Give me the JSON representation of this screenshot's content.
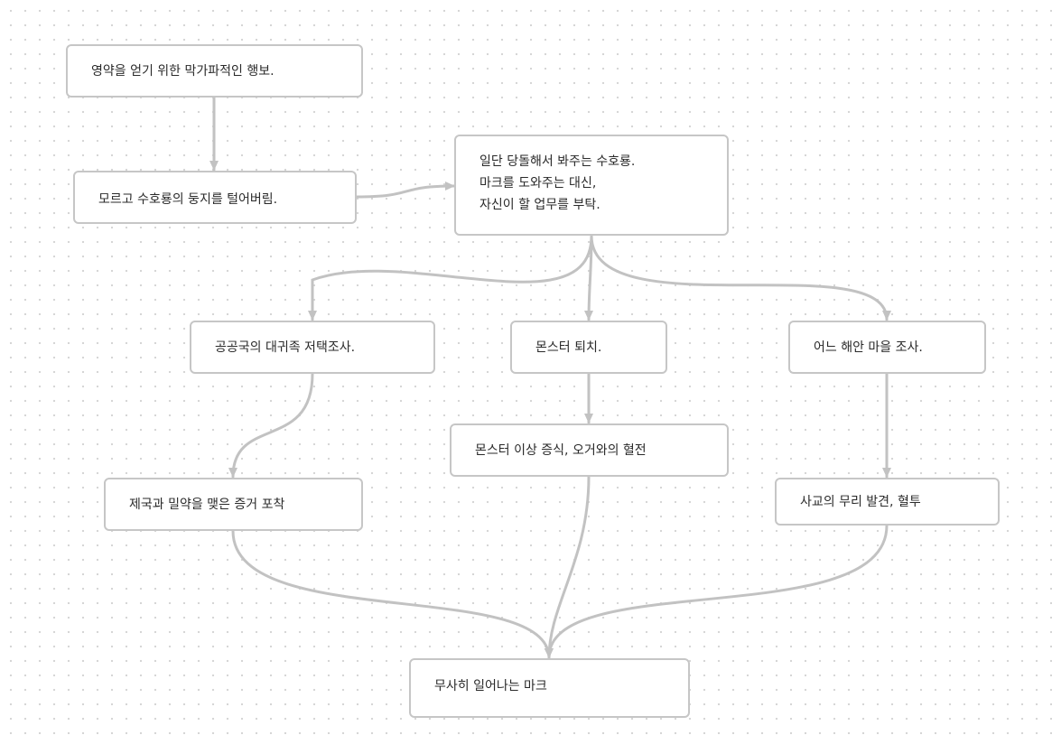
{
  "diagram": {
    "nodes": [
      {
        "id": "n1",
        "lines": [
          "영약을 얻기 위한 막가파적인 행보."
        ]
      },
      {
        "id": "n2",
        "lines": [
          "모르고 수호룡의 둥지를 털어버림."
        ]
      },
      {
        "id": "n3",
        "lines": [
          "일단 당돌해서 봐주는 수호룡.",
          "마크를 도와주는 대신,",
          "자신이 할 업무를 부탁."
        ]
      },
      {
        "id": "n4",
        "lines": [
          "공공국의 대귀족 저택조사."
        ]
      },
      {
        "id": "n5",
        "lines": [
          "몬스터 퇴치."
        ]
      },
      {
        "id": "n6",
        "lines": [
          "어느 해안 마을 조사."
        ]
      },
      {
        "id": "n7",
        "lines": [
          "제국과 밀약을 맺은 증거 포착"
        ]
      },
      {
        "id": "n8",
        "lines": [
          "몬스터 이상 증식, 오거와의 혈전"
        ]
      },
      {
        "id": "n9",
        "lines": [
          "사교의 무리 발견, 혈투"
        ]
      },
      {
        "id": "n10",
        "lines": [
          "무사히 일어나는 마크"
        ]
      }
    ],
    "edges": [
      {
        "from": "n1",
        "to": "n2"
      },
      {
        "from": "n2",
        "to": "n3"
      },
      {
        "from": "n3",
        "to": "n4"
      },
      {
        "from": "n3",
        "to": "n5"
      },
      {
        "from": "n3",
        "to": "n6"
      },
      {
        "from": "n4",
        "to": "n7"
      },
      {
        "from": "n5",
        "to": "n8"
      },
      {
        "from": "n6",
        "to": "n9"
      },
      {
        "from": "n7",
        "to": "n10"
      },
      {
        "from": "n8",
        "to": "n10"
      },
      {
        "from": "n9",
        "to": "n10"
      }
    ],
    "colors": {
      "connector": "#c2c2c2",
      "node_border": "#c6c6c6",
      "text": "#2a2a2a",
      "background_dots": "#d4d4d4"
    }
  }
}
